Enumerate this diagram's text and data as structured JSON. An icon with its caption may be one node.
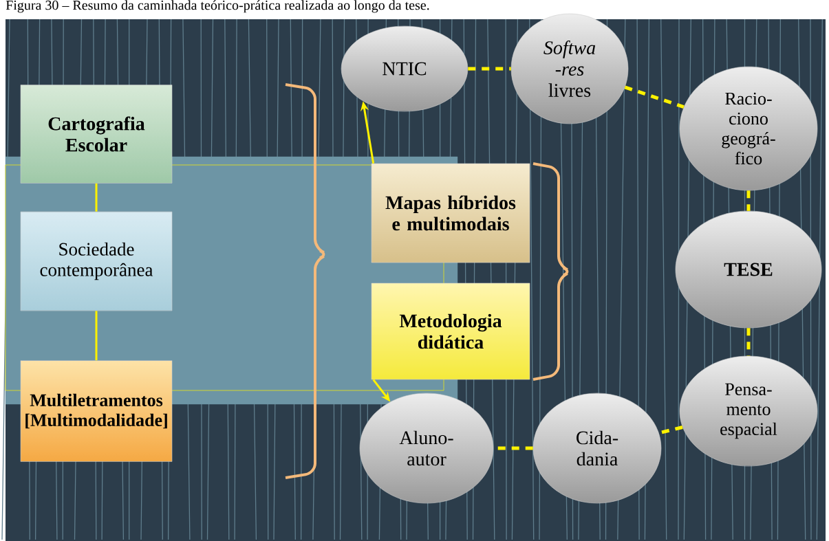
{
  "diagram": {
    "title": "Figura 30 – Resumo da caminhada teórico-prática realizada ao longo da tese.",
    "nodes": [
      {
        "text": [
          "Cartografia Escolar"
        ]
      },
      {
        "text": [
          "Sociedade contemporânea"
        ]
      },
      {
        "text": [
          "Multiletramentos [Multimodalidade]"
        ]
      },
      {
        "text": [
          "Mapas híbridos e multimodais"
        ]
      },
      {
        "text": [
          "Metodologia didática"
        ]
      },
      {
        "text": [
          "NTIC"
        ]
      },
      {
        "text": [
          "*Softwa -res* livres"
        ]
      },
      {
        "text": [
          "Racio- ciono geográ- fico"
        ]
      },
      {
        "text": [
          "TESE"
        ]
      },
      {
        "text": [
          "Pensa- mento espacial"
        ]
      },
      {
        "text": [
          "Cida- dania"
        ]
      },
      {
        "text": [
          "Aluno- autor"
        ]
      }
    ],
    "edges": [
      {
        "from": 0,
        "to": 1,
        "arrow": "none"
      },
      {
        "from": 1,
        "to": 2,
        "arrow": "none"
      },
      {
        "from": 3,
        "to": 5,
        "arrow": "to"
      },
      {
        "from": 4,
        "to": 11,
        "arrow": "to"
      },
      {
        "from": 5,
        "to": 6,
        "arrow": "none",
        "style": "dashed"
      },
      {
        "from": 6,
        "to": 7,
        "arrow": "none",
        "style": "dashed"
      },
      {
        "from": 7,
        "to": 8,
        "arrow": "none",
        "style": "dashed"
      },
      {
        "from": 8,
        "to": 9,
        "arrow": "none",
        "style": "dashed"
      },
      {
        "from": 9,
        "to": 10,
        "arrow": "none",
        "style": "dashed"
      },
      {
        "from": 10,
        "to": 11,
        "arrow": "none",
        "style": "dashed"
      }
    ]
  }
}
